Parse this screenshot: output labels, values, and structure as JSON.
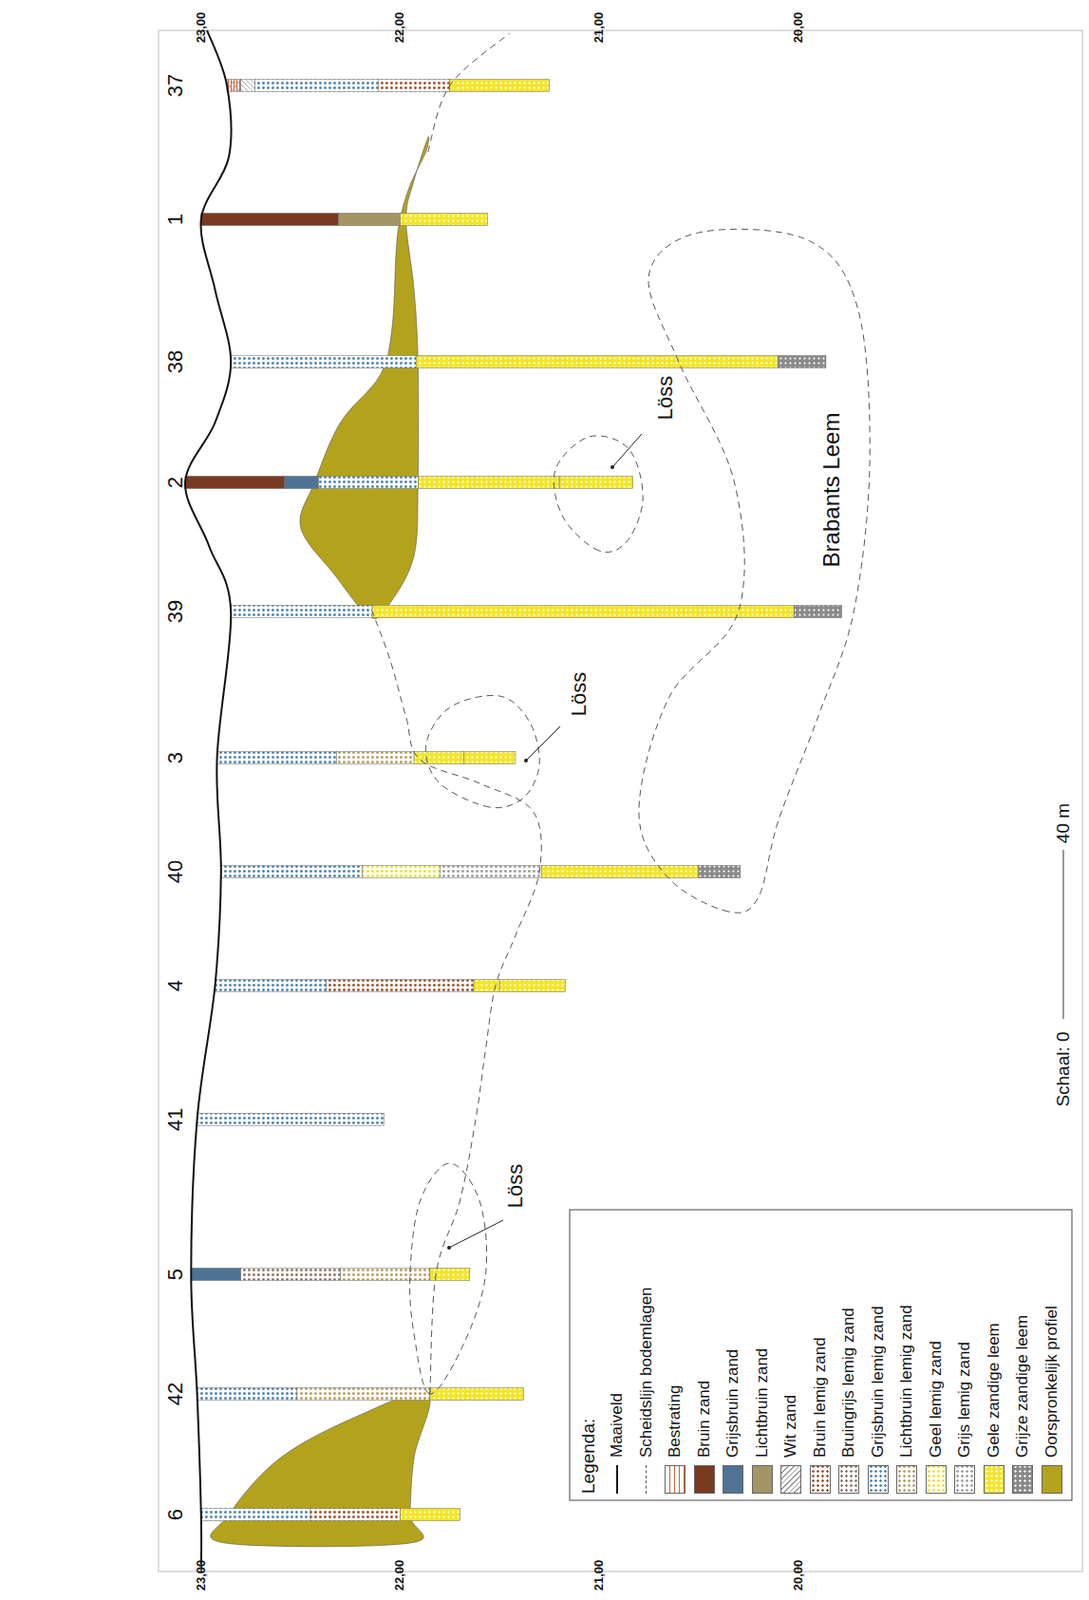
{
  "diagram": {
    "labels": [
      "23,00",
      "22,00",
      "21,00",
      "20,00",
      "6",
      "42",
      "5",
      "41",
      "4",
      "40",
      "3",
      "39",
      "2",
      "38",
      "1",
      "37",
      "23,00",
      "22,00",
      "21,00",
      "20,00",
      "Löss",
      "Löss",
      "Löss",
      "Brabants Leem",
      "Legenda:",
      "Schaal: 0",
      "40 m"
    ],
    "legend": [
      {
        "text": "Maaiveld"
      },
      {
        "text": "Scheidslijn bodemlagen"
      },
      {
        "text": "Bestrating",
        "color": "#c8643a"
      },
      {
        "text": "Bruin zand",
        "color": "#7a3a22"
      },
      {
        "text": "Grijsbruin zand",
        "color": "#4f7394"
      },
      {
        "text": "Lichtbruin zand",
        "color": "#a39564"
      },
      {
        "text": "Wit zand",
        "color": "#9a9a9a"
      },
      {
        "text": "Bruin lemig zand",
        "color": "#9c5430"
      },
      {
        "text": "Bruingrijs lemig zand",
        "color": "#8f7468"
      },
      {
        "text": "Grijsbruin lemig zand",
        "color": "#4f84ad"
      },
      {
        "text": "Lichtbruin lemig zand",
        "color": "#b89c5e"
      },
      {
        "text": "Geel lemig zand",
        "color": "#efe21c"
      },
      {
        "text": "Grijs lemig zand",
        "color": "#9c9c9c"
      },
      {
        "text": "Gele zandige leem",
        "color": "#f2e52a"
      },
      {
        "text": "Grijze zandige leem",
        "color": "#8a8a8a"
      },
      {
        "text": "Oorspronkelijk profiel",
        "color": "#b3a31c"
      }
    ]
  }
}
